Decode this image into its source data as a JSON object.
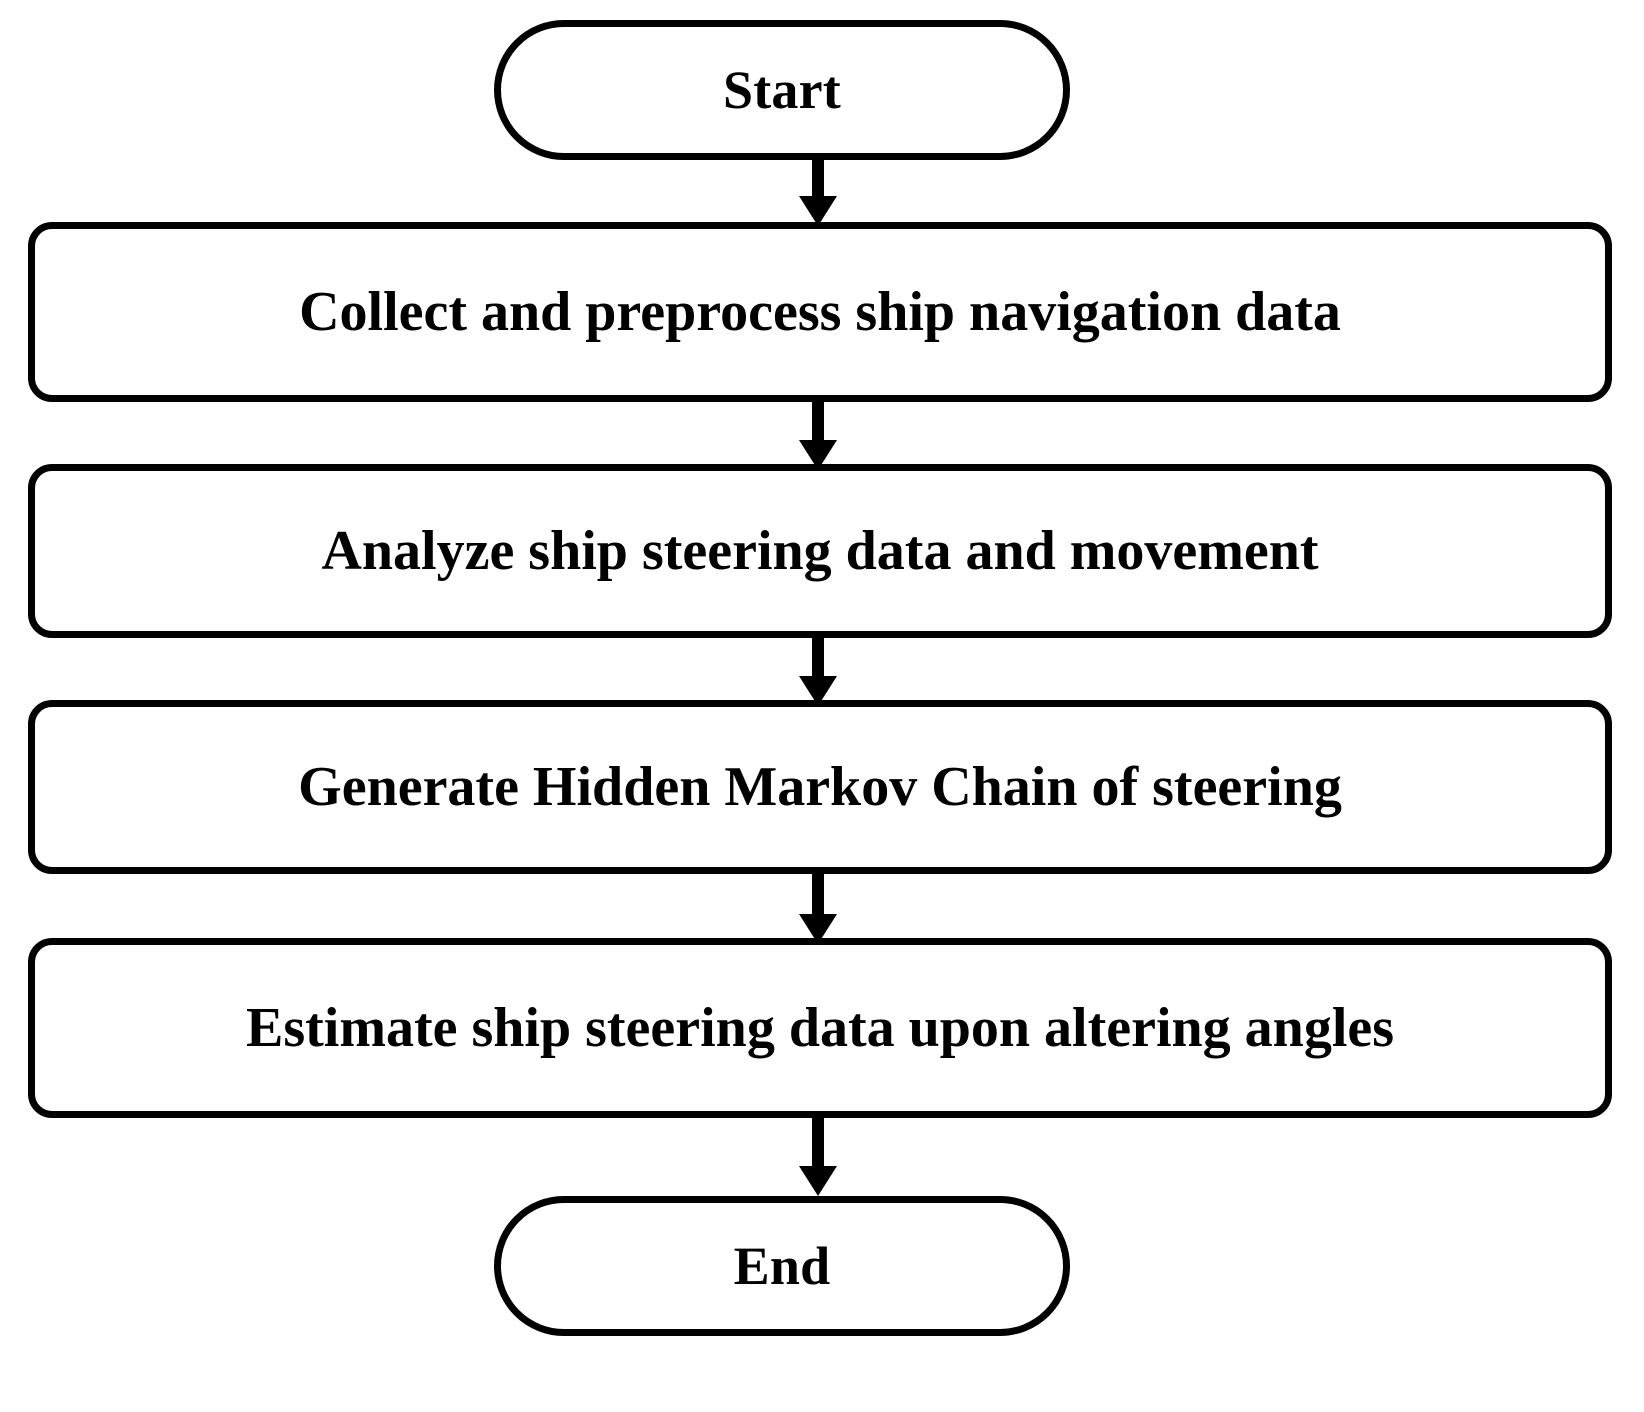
{
  "diagram": {
    "type": "flowchart",
    "orientation": "top-to-bottom",
    "background_color": "#ffffff",
    "line_color": "#000000",
    "text_color": "#000000",
    "nodes": [
      {
        "id": "start",
        "shape": "terminator",
        "label": "Start"
      },
      {
        "id": "collect",
        "shape": "process",
        "label": "Collect and preprocess ship navigation data"
      },
      {
        "id": "analyze",
        "shape": "process",
        "label": "Analyze ship steering data and movement"
      },
      {
        "id": "generate",
        "shape": "process",
        "label": "Generate Hidden Markov Chain of steering"
      },
      {
        "id": "estimate",
        "shape": "process",
        "label": "Estimate ship steering data upon altering angles"
      },
      {
        "id": "end",
        "shape": "terminator",
        "label": "End"
      }
    ],
    "edges": [
      {
        "from": "start",
        "to": "collect",
        "style": "arrow-down"
      },
      {
        "from": "collect",
        "to": "analyze",
        "style": "arrow-down"
      },
      {
        "from": "analyze",
        "to": "generate",
        "style": "arrow-down"
      },
      {
        "from": "generate",
        "to": "estimate",
        "style": "arrow-down"
      },
      {
        "from": "estimate",
        "to": "end",
        "style": "arrow-down"
      }
    ]
  }
}
